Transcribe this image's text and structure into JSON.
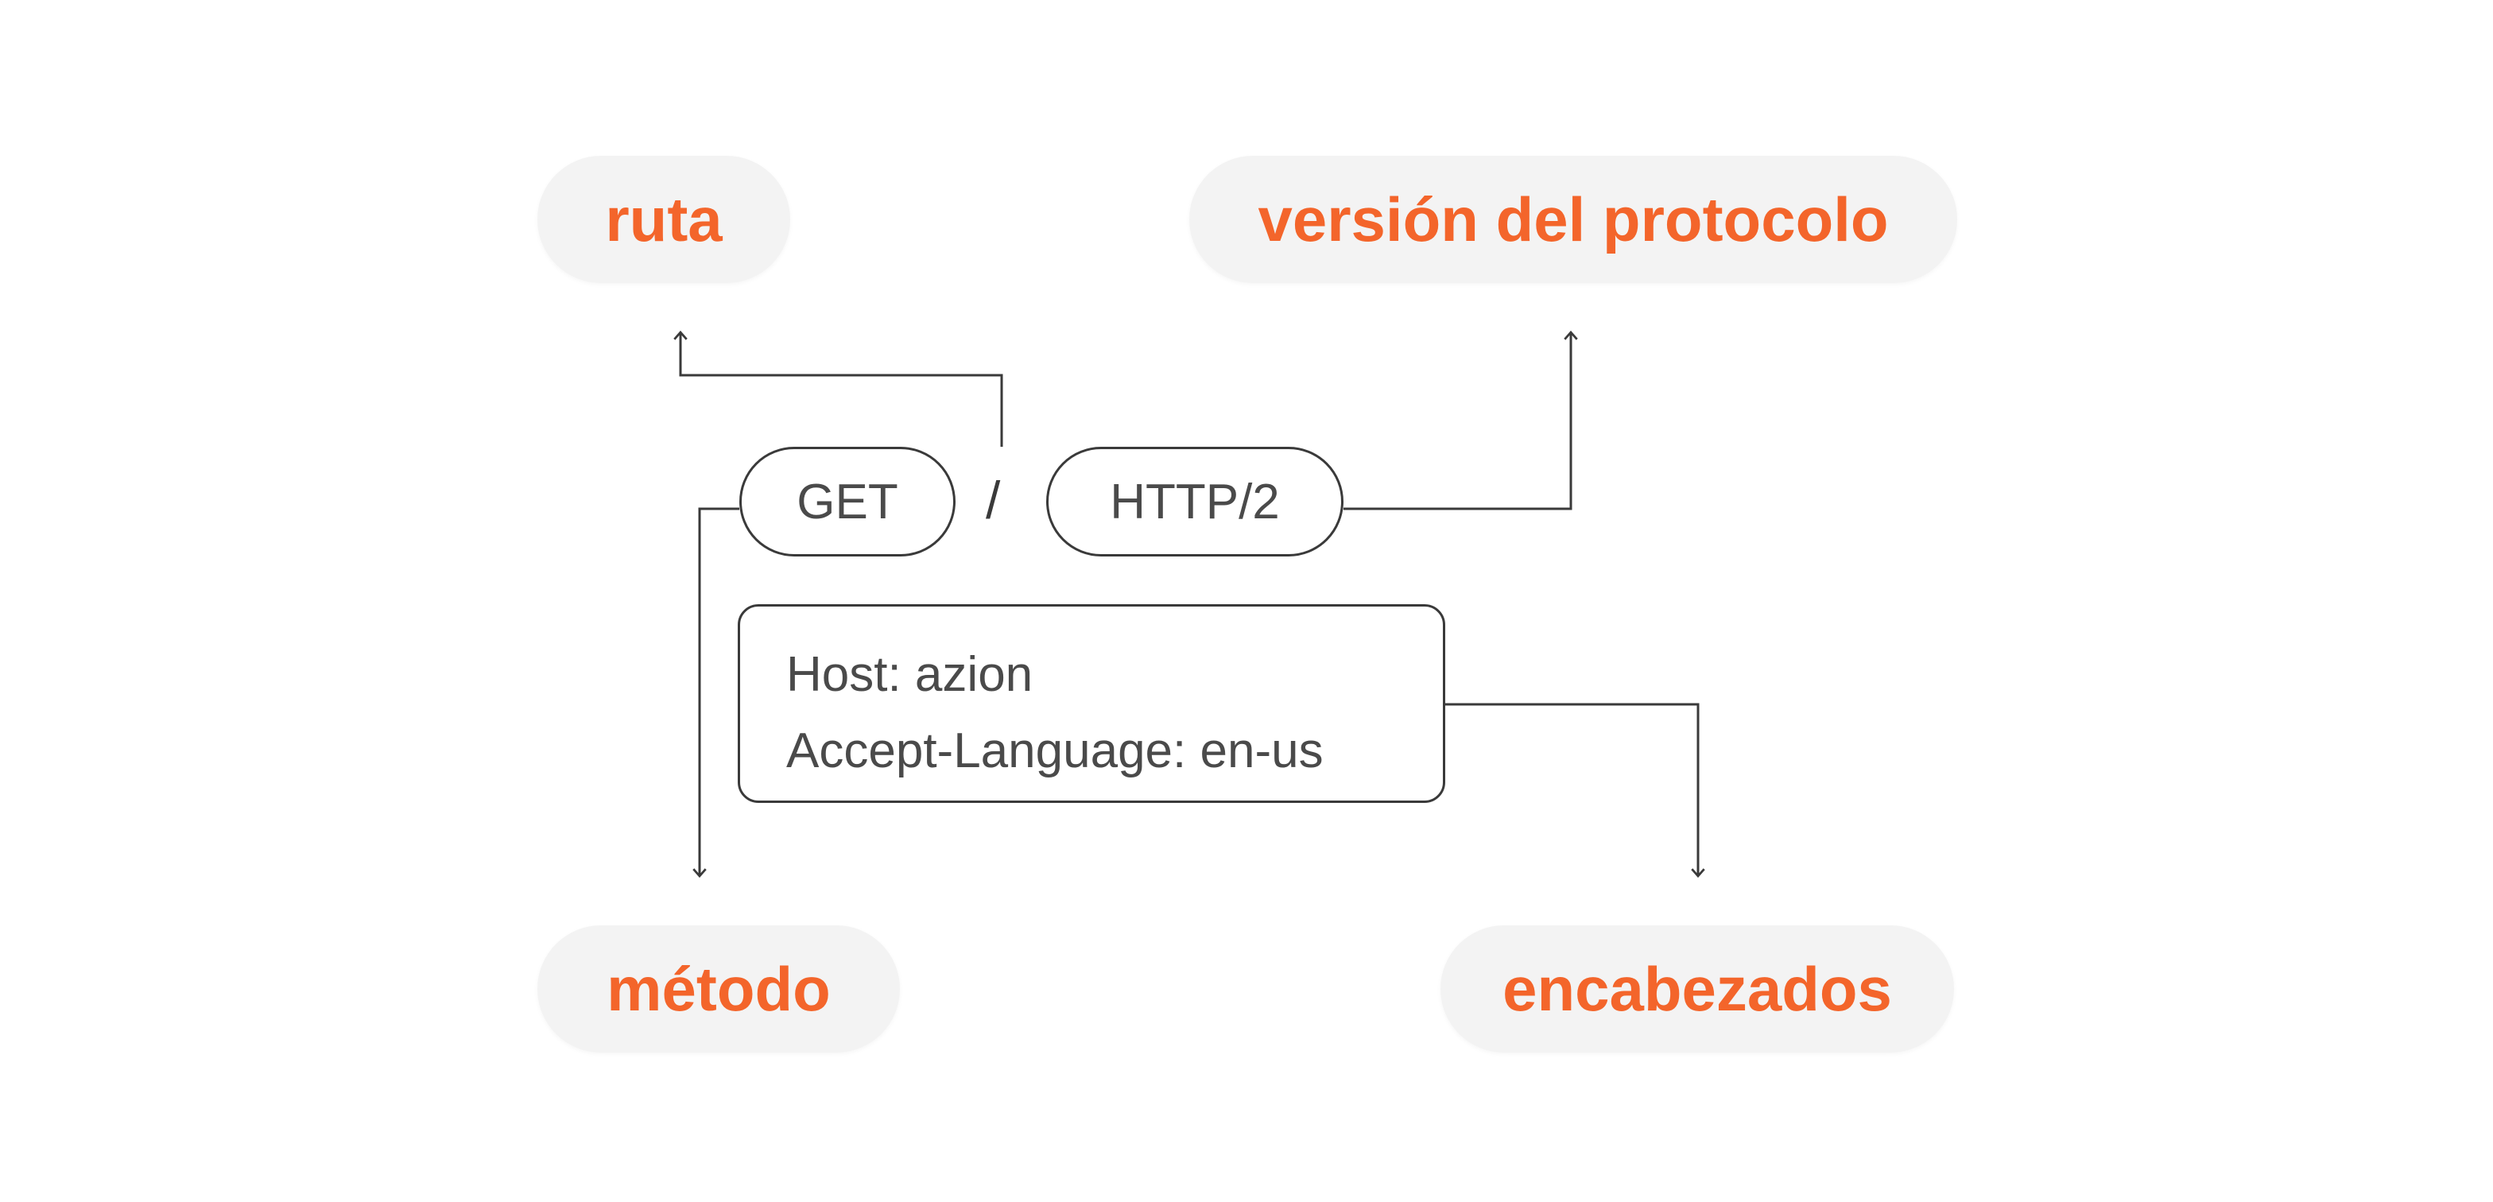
{
  "labels": {
    "path": "ruta",
    "protocol_version": "versión del protocolo",
    "method": "método",
    "headers": "encabezados"
  },
  "request_line": {
    "method": "GET",
    "separator": "/",
    "protocol": "HTTP/2"
  },
  "headers": [
    "Host: azion",
    "Accept-Language: en-us"
  ],
  "colors": {
    "label_text": "#f3652b",
    "label_background": "#f3f3f3",
    "line": "#3a3a3a",
    "token_text": "#4a4a4a"
  }
}
